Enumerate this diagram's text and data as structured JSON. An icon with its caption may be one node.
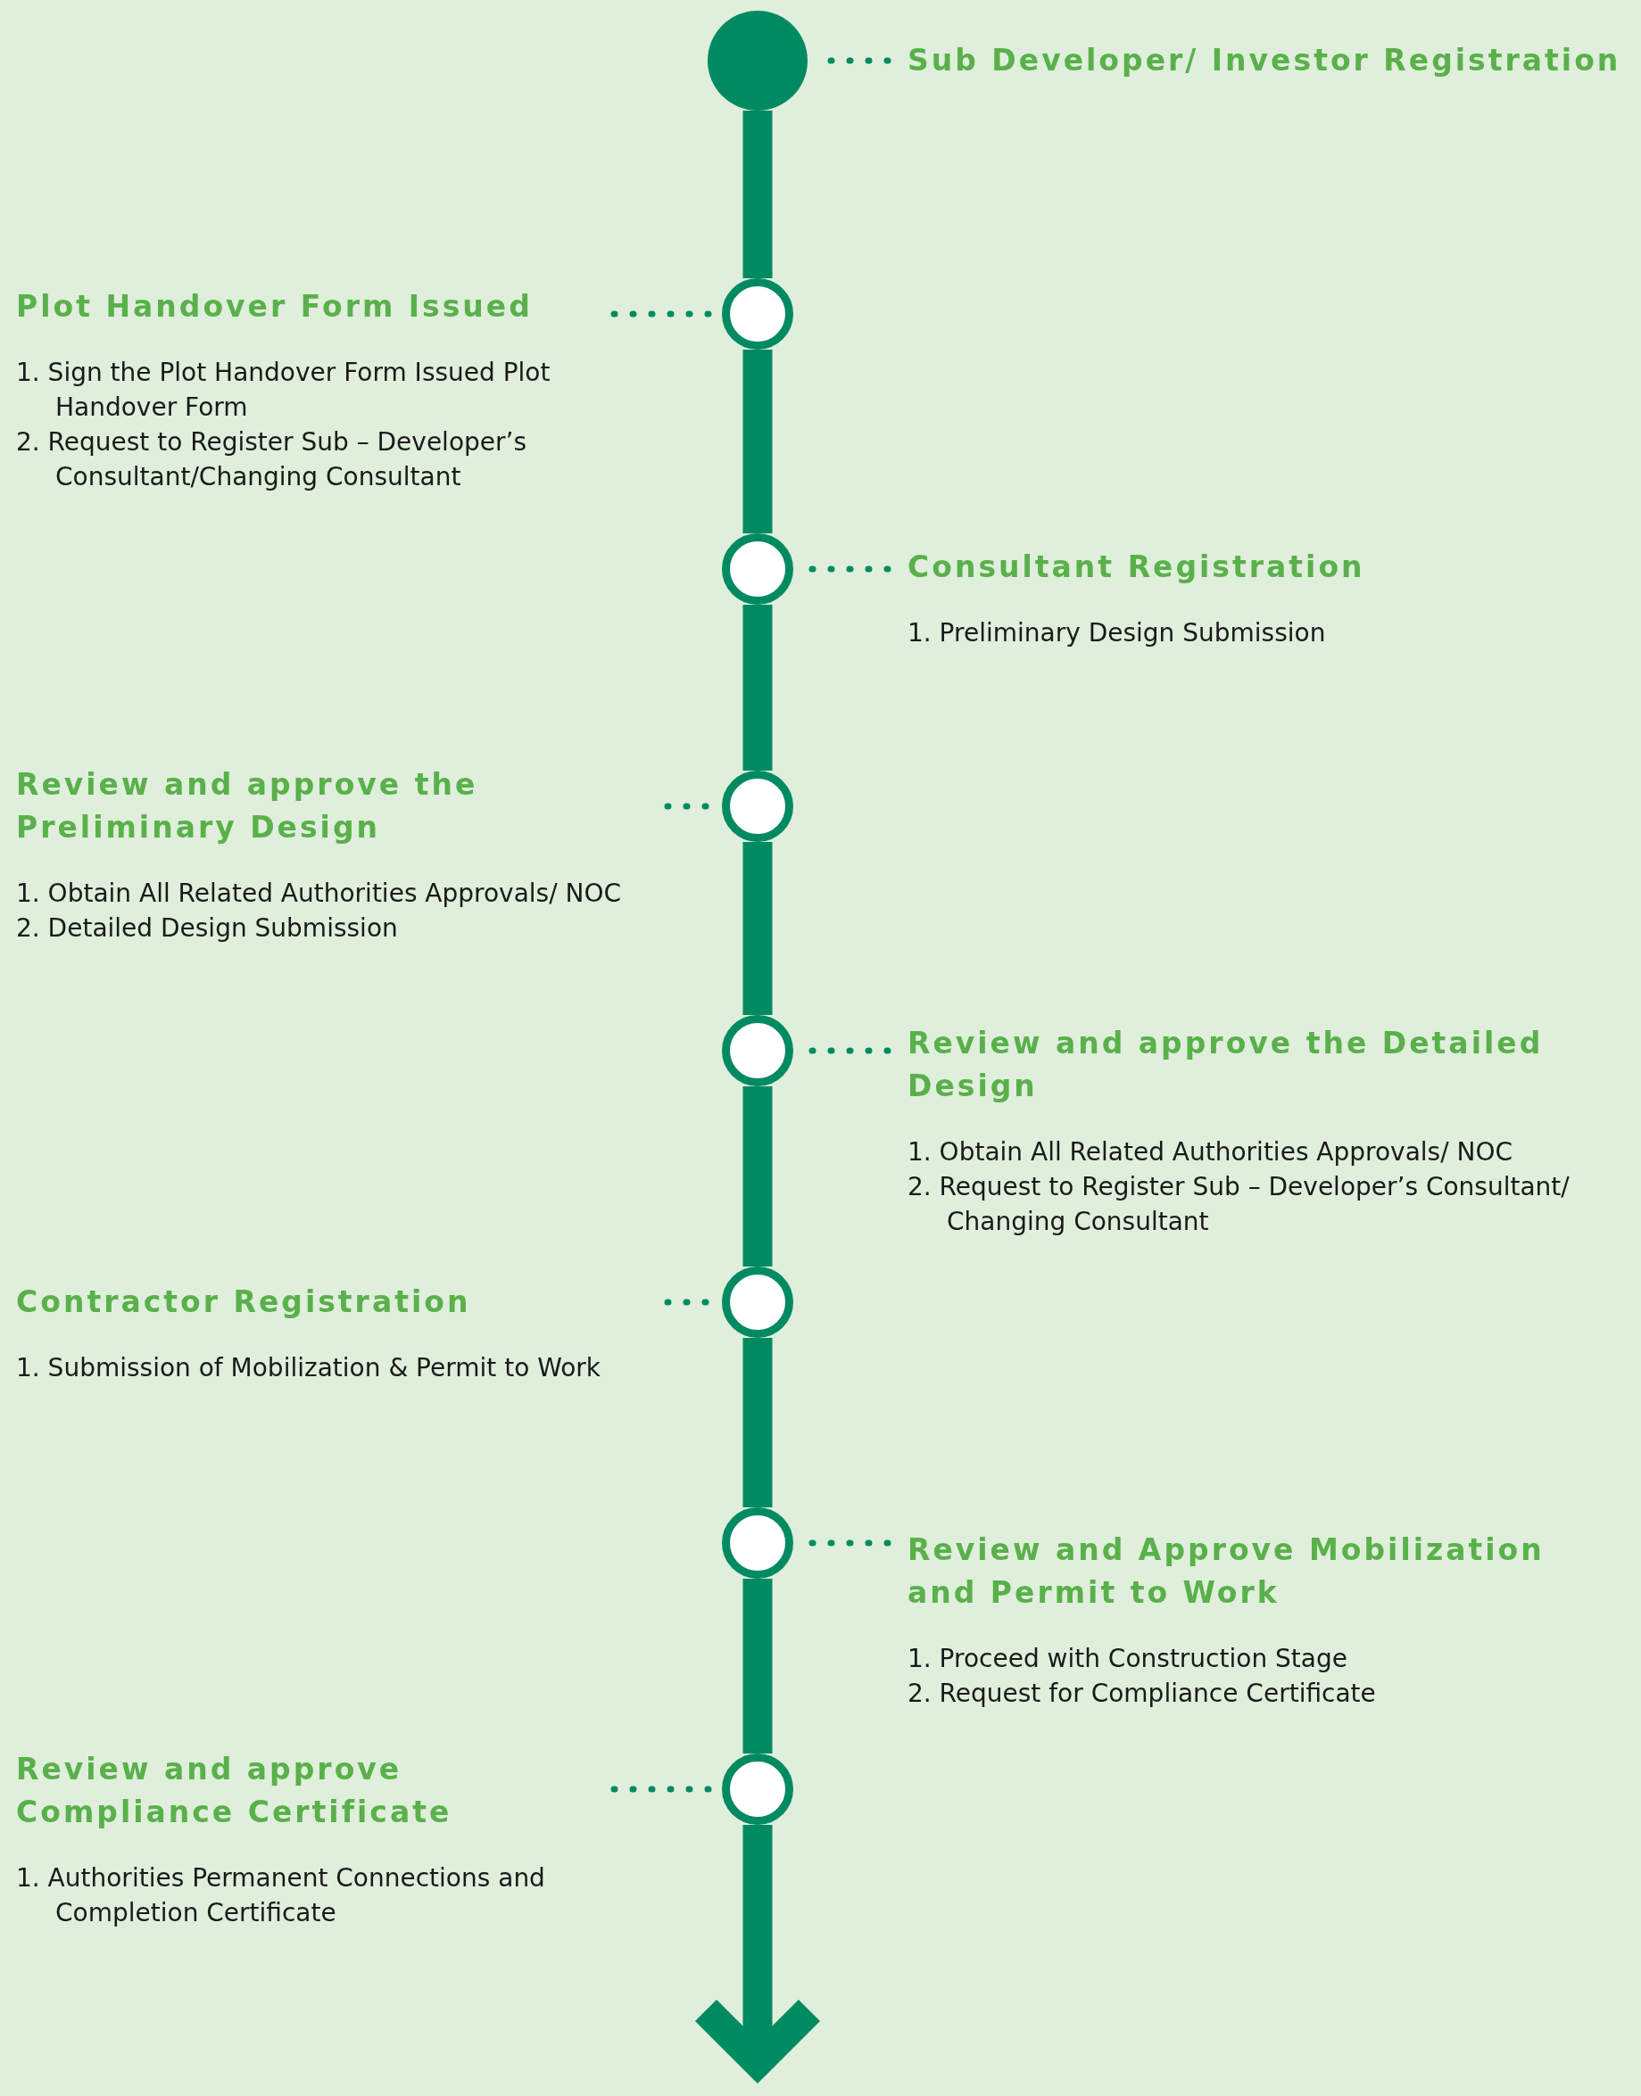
{
  "diagram": {
    "nodes": [
      {
        "text": [],
        "shape": "circle"
      },
      {
        "text": [
          "Sub Developer/ Investor Registration"
        ]
      },
      {
        "text": [
          "Plot Handover Form Issued",
          "1. Sign the Plot Handover Form Issued Plot Handover Form",
          "2. Request to Register Sub – Developer’s Consultant/Changing Consultant"
        ]
      },
      {
        "text": [],
        "shape": "circle"
      },
      {
        "text": [],
        "shape": "circle"
      },
      {
        "text": [
          "Consultant Registration",
          "1. Preliminary Design Submission"
        ]
      },
      {
        "text": [
          "Review and approve the Preliminary Design",
          "1. Obtain All Related Authorities Approvals/ NOC",
          "2. Detailed Design Submission"
        ]
      },
      {
        "text": [],
        "shape": "circle"
      },
      {
        "text": [],
        "shape": "circle"
      },
      {
        "text": [
          "Review and approve the Detailed Design",
          "1. Obtain All Related Authorities Approvals/ NOC",
          "2. Request to Register Sub – Developer’s Consultant/ Changing Consultant"
        ]
      },
      {
        "text": [
          "Contractor Registration",
          "1. Submission of Mobilization & Permit to Work"
        ]
      },
      {
        "text": [],
        "shape": "circle"
      },
      {
        "text": [],
        "shape": "circle"
      },
      {
        "text": [
          "Review and Approve Mobilization and Permit to Work",
          "1. Proceed with Construction Stage",
          "2. Request for Compliance Certificate"
        ]
      },
      {
        "text": [
          "Review and approve Compliance Certificate",
          "1. Authorities Permanent Connections and Completion Certificate"
        ]
      },
      {
        "text": [],
        "shape": "circle"
      }
    ],
    "edges": [
      {
        "from": 0,
        "to": 3,
        "arrow": "none",
        "style": "thick"
      },
      {
        "from": 3,
        "to": 4,
        "arrow": "none",
        "style": "thick"
      },
      {
        "from": 4,
        "to": 7,
        "arrow": "none",
        "style": "thick"
      },
      {
        "from": 7,
        "to": 8,
        "arrow": "none",
        "style": "thick"
      },
      {
        "from": 8,
        "to": 11,
        "arrow": "none",
        "style": "thick"
      },
      {
        "from": 11,
        "to": 12,
        "arrow": "none",
        "style": "thick"
      },
      {
        "from": 12,
        "to": 15,
        "arrow": "none",
        "style": "thick"
      },
      {
        "from": 15,
        "to": null,
        "arrow": "to",
        "style": "thick"
      },
      {
        "from": 1,
        "to": 0,
        "arrow": "none",
        "style": "dashed"
      },
      {
        "from": 2,
        "to": 3,
        "arrow": "none",
        "style": "dashed"
      },
      {
        "from": 5,
        "to": 4,
        "arrow": "none",
        "style": "dashed"
      },
      {
        "from": 6,
        "to": 7,
        "arrow": "none",
        "style": "dashed"
      },
      {
        "from": 9,
        "to": 8,
        "arrow": "none",
        "style": "dashed"
      },
      {
        "from": 10,
        "to": 11,
        "arrow": "none",
        "style": "dashed"
      },
      {
        "from": 13,
        "to": 12,
        "arrow": "none",
        "style": "dashed"
      },
      {
        "from": 14,
        "to": 15,
        "arrow": "none",
        "style": "dashed"
      }
    ]
  }
}
